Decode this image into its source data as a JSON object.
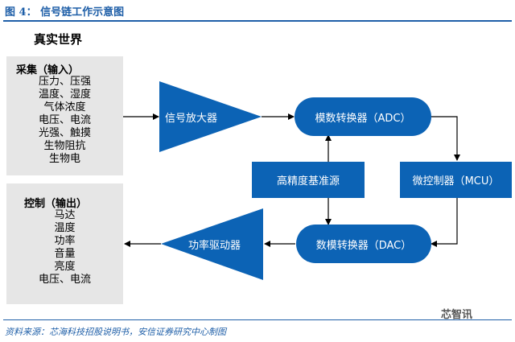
{
  "header": {
    "figure_title": "图 4：  信号链工作示意图"
  },
  "diagram": {
    "real_world": "真实世界",
    "input": {
      "heading": "采集（输入）",
      "items": [
        "压力、压强",
        "温度、湿度",
        "气体浓度",
        "电压、电流",
        "光强、触摸",
        "生物阻抗",
        "生物电"
      ]
    },
    "output": {
      "heading": "控制（输出）",
      "items": [
        "马达",
        "温度",
        "功率",
        "音量",
        "亮度",
        "电压、电流"
      ]
    },
    "nodes": {
      "amplifier": "信号放大器",
      "adc": "模数转换器（ADC）",
      "reference": "高精度基准源",
      "mcu": "微控制器（MCU）",
      "dac": "数模转换器（DAC）",
      "driver": "功率驱动器"
    }
  },
  "footer": {
    "source": "资料来源：芯海科技招股说明书，安信证券研究中心制图",
    "watermark": "芯智讯"
  },
  "colors": {
    "block": "#0c63b5",
    "title": "#1f5fa8",
    "panel": "#e6e6e6"
  }
}
